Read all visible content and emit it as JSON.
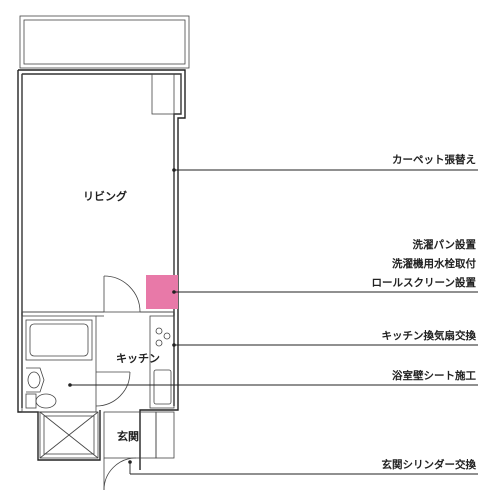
{
  "rooms": {
    "living": "リビング",
    "kitchen": "キッチン",
    "entrance": "玄関"
  },
  "notes": [
    {
      "id": "carpet",
      "lines": [
        "カーペット張替え"
      ]
    },
    {
      "id": "washer",
      "lines": [
        "洗濯パン設置",
        "洗濯機用水栓取付",
        "ロールスクリーン設置"
      ]
    },
    {
      "id": "fan",
      "lines": [
        "キッチン換気扇交換"
      ]
    },
    {
      "id": "bath",
      "lines": [
        "浴室壁シート施工"
      ]
    },
    {
      "id": "lock",
      "lines": [
        "玄関シリンダー交換"
      ]
    }
  ],
  "colors": {
    "wall": "#222222",
    "highlight": "#e879a8",
    "background": "#ffffff"
  }
}
